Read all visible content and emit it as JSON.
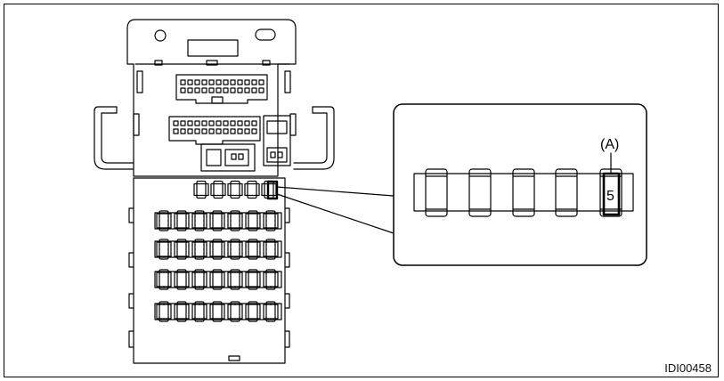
{
  "figure": {
    "callout_label": "(A)",
    "fuse_number": "5",
    "figure_id": "IDI00458"
  },
  "colors": {
    "line": "#000000",
    "background": "#ffffff"
  }
}
